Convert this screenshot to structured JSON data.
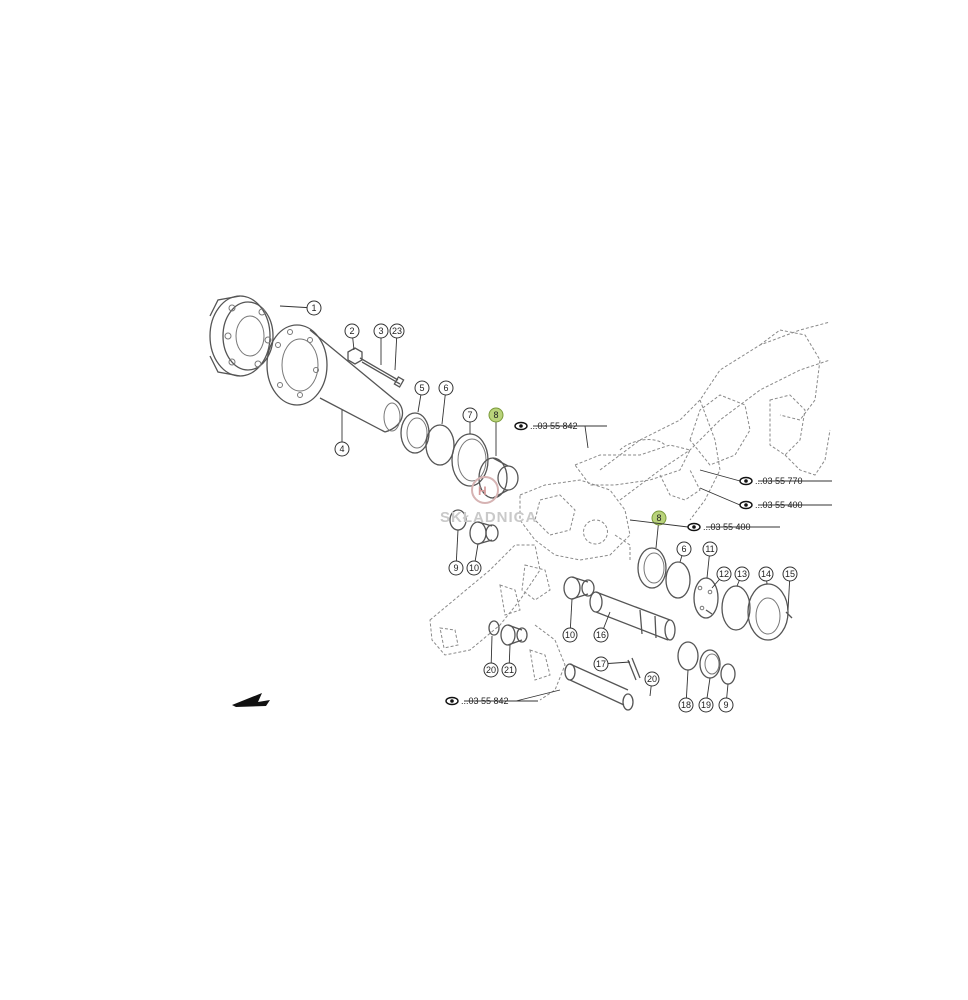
{
  "callouts": [
    {
      "label": "1"
    },
    {
      "label": "2"
    },
    {
      "label": "3"
    },
    {
      "label": "23"
    },
    {
      "label": "4"
    },
    {
      "label": "5"
    },
    {
      "label": "6"
    },
    {
      "label": "7"
    },
    {
      "label": "8"
    },
    {
      "label": "8"
    },
    {
      "label": "9"
    },
    {
      "label": "10"
    },
    {
      "label": "6"
    },
    {
      "label": "11"
    },
    {
      "label": "12"
    },
    {
      "label": "13"
    },
    {
      "label": "14"
    },
    {
      "label": "15"
    },
    {
      "label": "10"
    },
    {
      "label": "16"
    },
    {
      "label": "17"
    },
    {
      "label": "20"
    },
    {
      "label": "21"
    },
    {
      "label": "20"
    },
    {
      "label": "18"
    },
    {
      "label": "19"
    },
    {
      "label": "9"
    }
  ],
  "references": [
    {
      "code": "...03 55 842"
    },
    {
      "code": "...03 55 770"
    },
    {
      "code": "...03 55 400"
    },
    {
      "code": "...03 55 400"
    },
    {
      "code": "...03 55 842"
    }
  ],
  "watermark": {
    "text": "SKŁADNICA"
  },
  "colors": {
    "highlight": "#b9d37a",
    "line": "#555555"
  }
}
